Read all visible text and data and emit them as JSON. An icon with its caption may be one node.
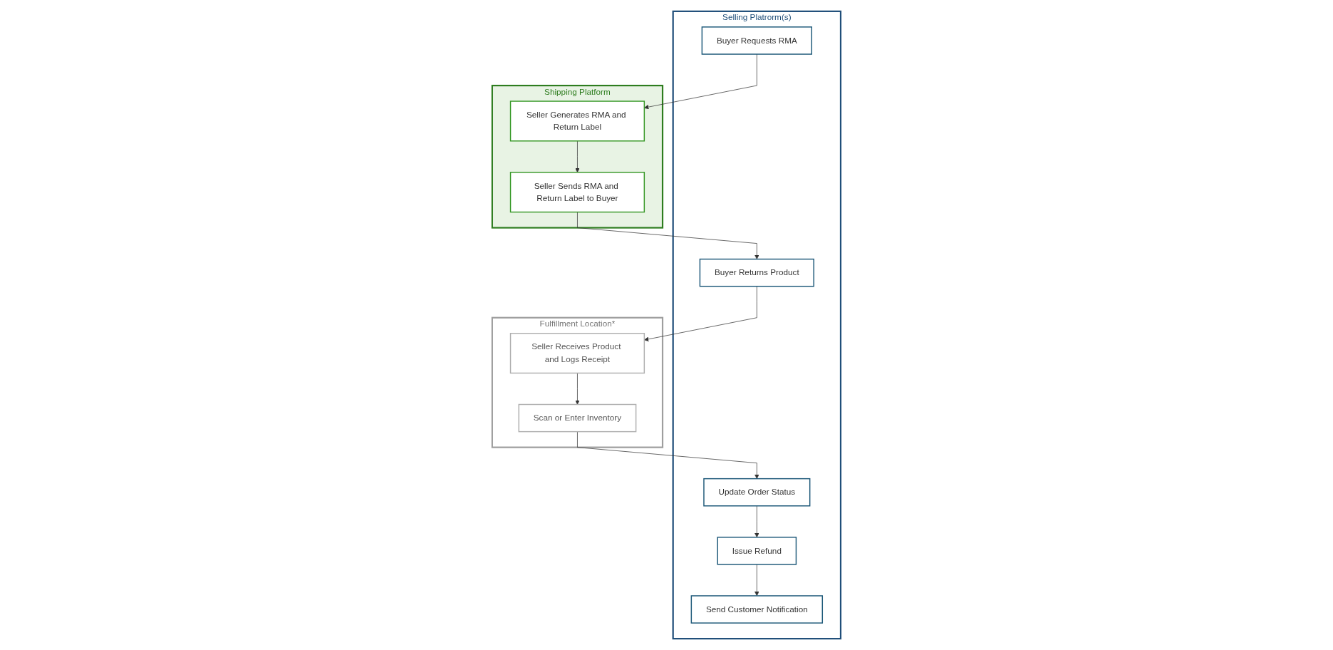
{
  "diagram": {
    "nodes": [
      {
        "text": [
          "Selling Platrorm(s)"
        ]
      },
      {
        "text": [
          "Buyer Requests RMA"
        ],
        "in": 0
      },
      {
        "text": [
          "Buyer Returns Product"
        ],
        "in": 0
      },
      {
        "text": [
          "Update Order Status"
        ],
        "in": 0
      },
      {
        "text": [
          "Issue Refund"
        ],
        "in": 0
      },
      {
        "text": [
          "Send Customer Notification"
        ],
        "in": 0
      },
      {
        "text": [
          "Shipping Platform"
        ]
      },
      {
        "text": [
          "Seller Generates RMA and Return Label"
        ],
        "in": 6
      },
      {
        "text": [
          "Seller Sends RMA and Return Label to Buyer"
        ],
        "in": 6
      },
      {
        "text": [
          "Fulfillment Location*"
        ]
      },
      {
        "text": [
          "Seller Receives Product and Logs Receipt"
        ],
        "in": 9
      },
      {
        "text": [
          "Scan or Enter Inventory"
        ],
        "in": 9
      }
    ],
    "edges": [
      {
        "from": 1,
        "to": 7,
        "arrow": "to"
      },
      {
        "from": 7,
        "to": 8,
        "arrow": "to"
      },
      {
        "from": 8,
        "to": 2,
        "arrow": "to"
      },
      {
        "from": 2,
        "to": 10,
        "arrow": "to"
      },
      {
        "from": 10,
        "to": 11,
        "arrow": "to"
      },
      {
        "from": 11,
        "to": 3,
        "arrow": "to"
      },
      {
        "from": 3,
        "to": 4,
        "arrow": "to"
      },
      {
        "from": 4,
        "to": 5,
        "arrow": "to"
      }
    ]
  }
}
